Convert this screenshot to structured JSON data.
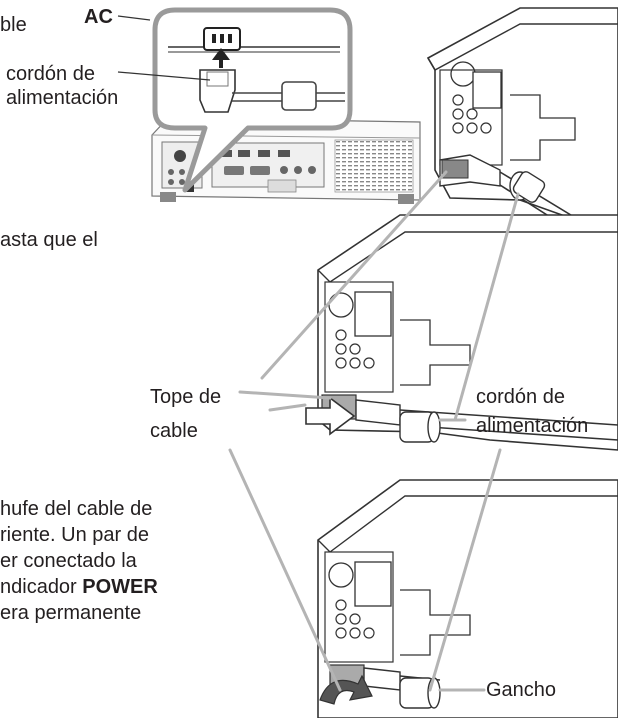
{
  "left_text": {
    "line_1": "ble",
    "line_2": "asta que el",
    "para_line_1": "hufe del cable de",
    "para_line_2": "riente. Un par de",
    "para_line_3": "er conectado la",
    "para_line_4_prefix": "ndicador ",
    "para_line_4_bold": "POWER",
    "para_line_5": "era permanente"
  },
  "callout": {
    "inlet_label": "AC",
    "cord_label_1": "cordón de",
    "cord_label_2": "alimentación"
  },
  "labels": {
    "stopper_1": "Tope de",
    "stopper_2": "cable",
    "cord_1": "cordón de",
    "cord_2": "alimentación",
    "hook": "Gancho"
  }
}
